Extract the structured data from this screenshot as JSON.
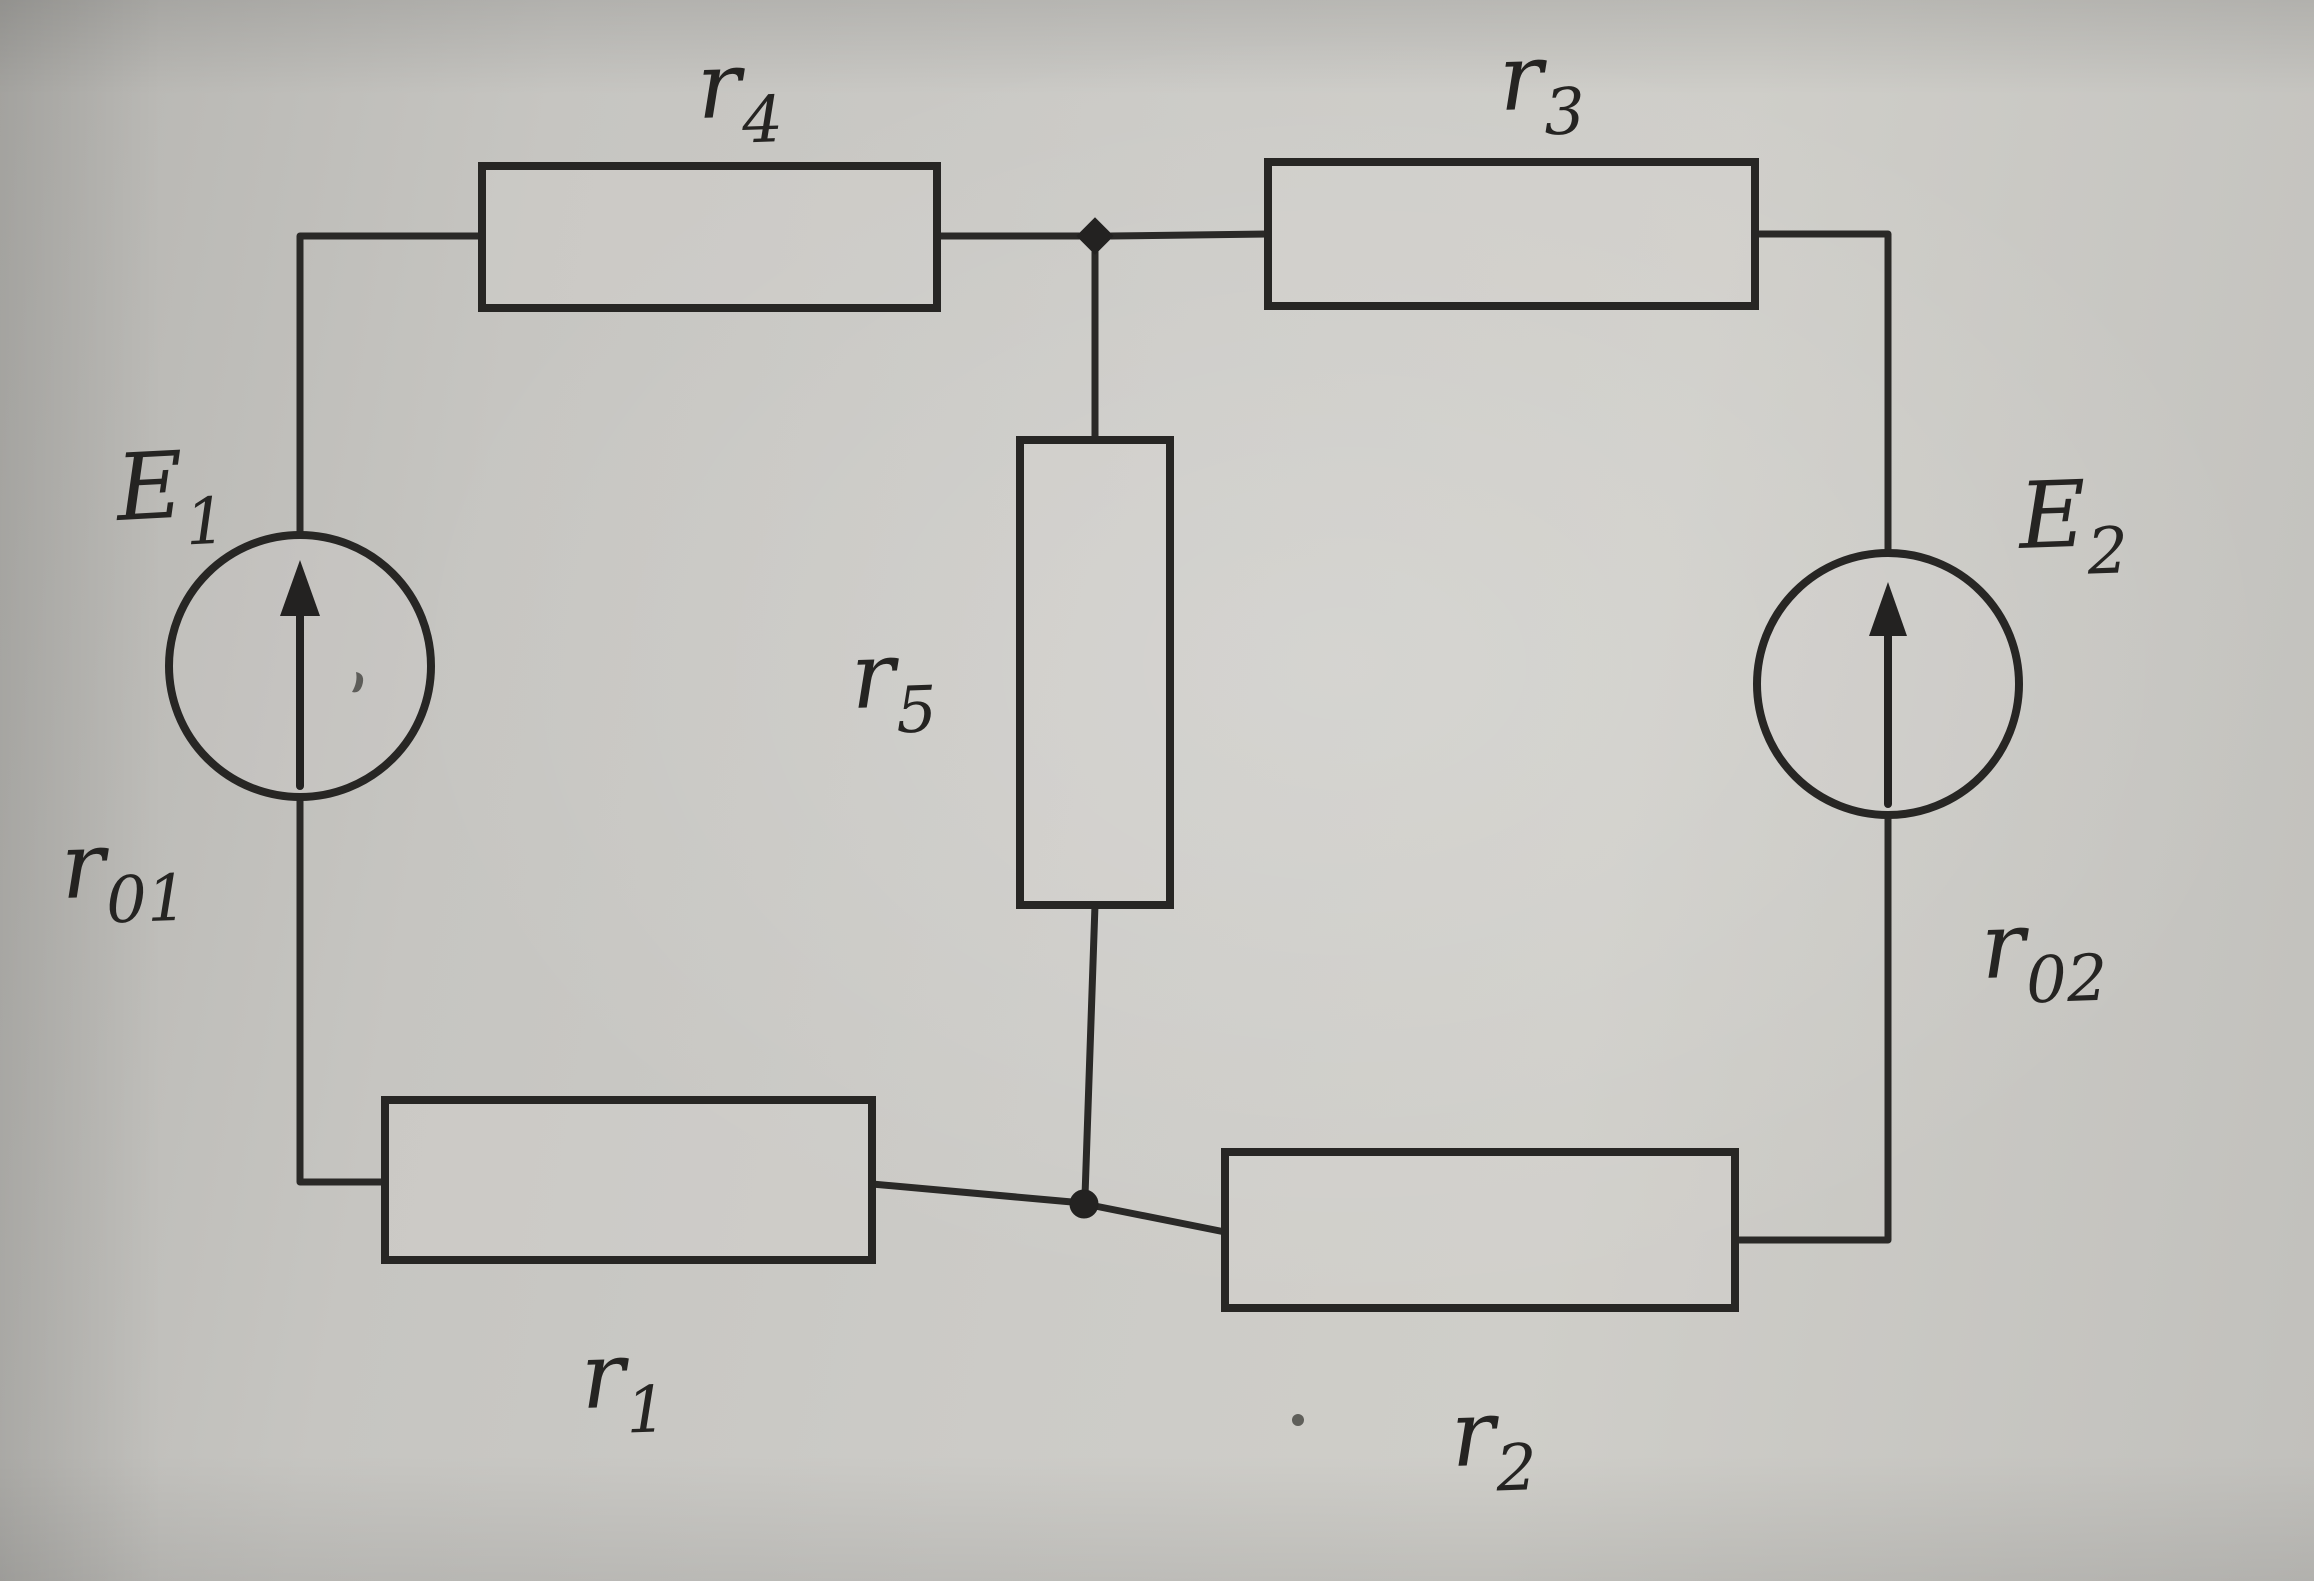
{
  "meta": {
    "title": "Hand-printed circuit diagram: two EMF sources and five resistors",
    "diagram_type": "electrical-circuit"
  },
  "colors": {
    "paper": "#cccbc7",
    "ink": "#2a2927"
  },
  "labels": {
    "e1": {
      "base": "E",
      "sub": "1"
    },
    "e2": {
      "base": "E",
      "sub": "2"
    },
    "r01": {
      "base": "r",
      "sub": "01"
    },
    "r02": {
      "base": "r",
      "sub": "02"
    },
    "r1": {
      "base": "r",
      "sub": "1"
    },
    "r2": {
      "base": "r",
      "sub": "2"
    },
    "r3": {
      "base": "r",
      "sub": "3"
    },
    "r4": {
      "base": "r",
      "sub": "4"
    },
    "r5": {
      "base": "r",
      "sub": "5"
    }
  },
  "circuit": {
    "sources": [
      {
        "label": "E1",
        "internal_resistance_label": "r01",
        "symbol": "circle-with-upward-arrow",
        "position": "left-branch"
      },
      {
        "label": "E2",
        "internal_resistance_label": "r02",
        "symbol": "circle-with-upward-arrow",
        "position": "right-branch"
      }
    ],
    "resistors": [
      {
        "label": "r4",
        "position": "top-left-branch",
        "orientation": "horizontal"
      },
      {
        "label": "r3",
        "position": "top-right-branch",
        "orientation": "horizontal"
      },
      {
        "label": "r5",
        "position": "middle-branch",
        "orientation": "vertical"
      },
      {
        "label": "r1",
        "position": "bottom-left-branch",
        "orientation": "horizontal"
      },
      {
        "label": "r2",
        "position": "bottom-right-branch",
        "orientation": "horizontal"
      }
    ],
    "nodes": [
      {
        "id": "top-node",
        "joins": [
          "r4",
          "r3",
          "r5"
        ]
      },
      {
        "id": "bottom-node",
        "joins": [
          "r1",
          "r2",
          "r5"
        ]
      }
    ],
    "loops": [
      [
        "E1",
        "r4",
        "r5",
        "r1"
      ],
      [
        "r3",
        "E2",
        "r2",
        "r5"
      ]
    ]
  }
}
